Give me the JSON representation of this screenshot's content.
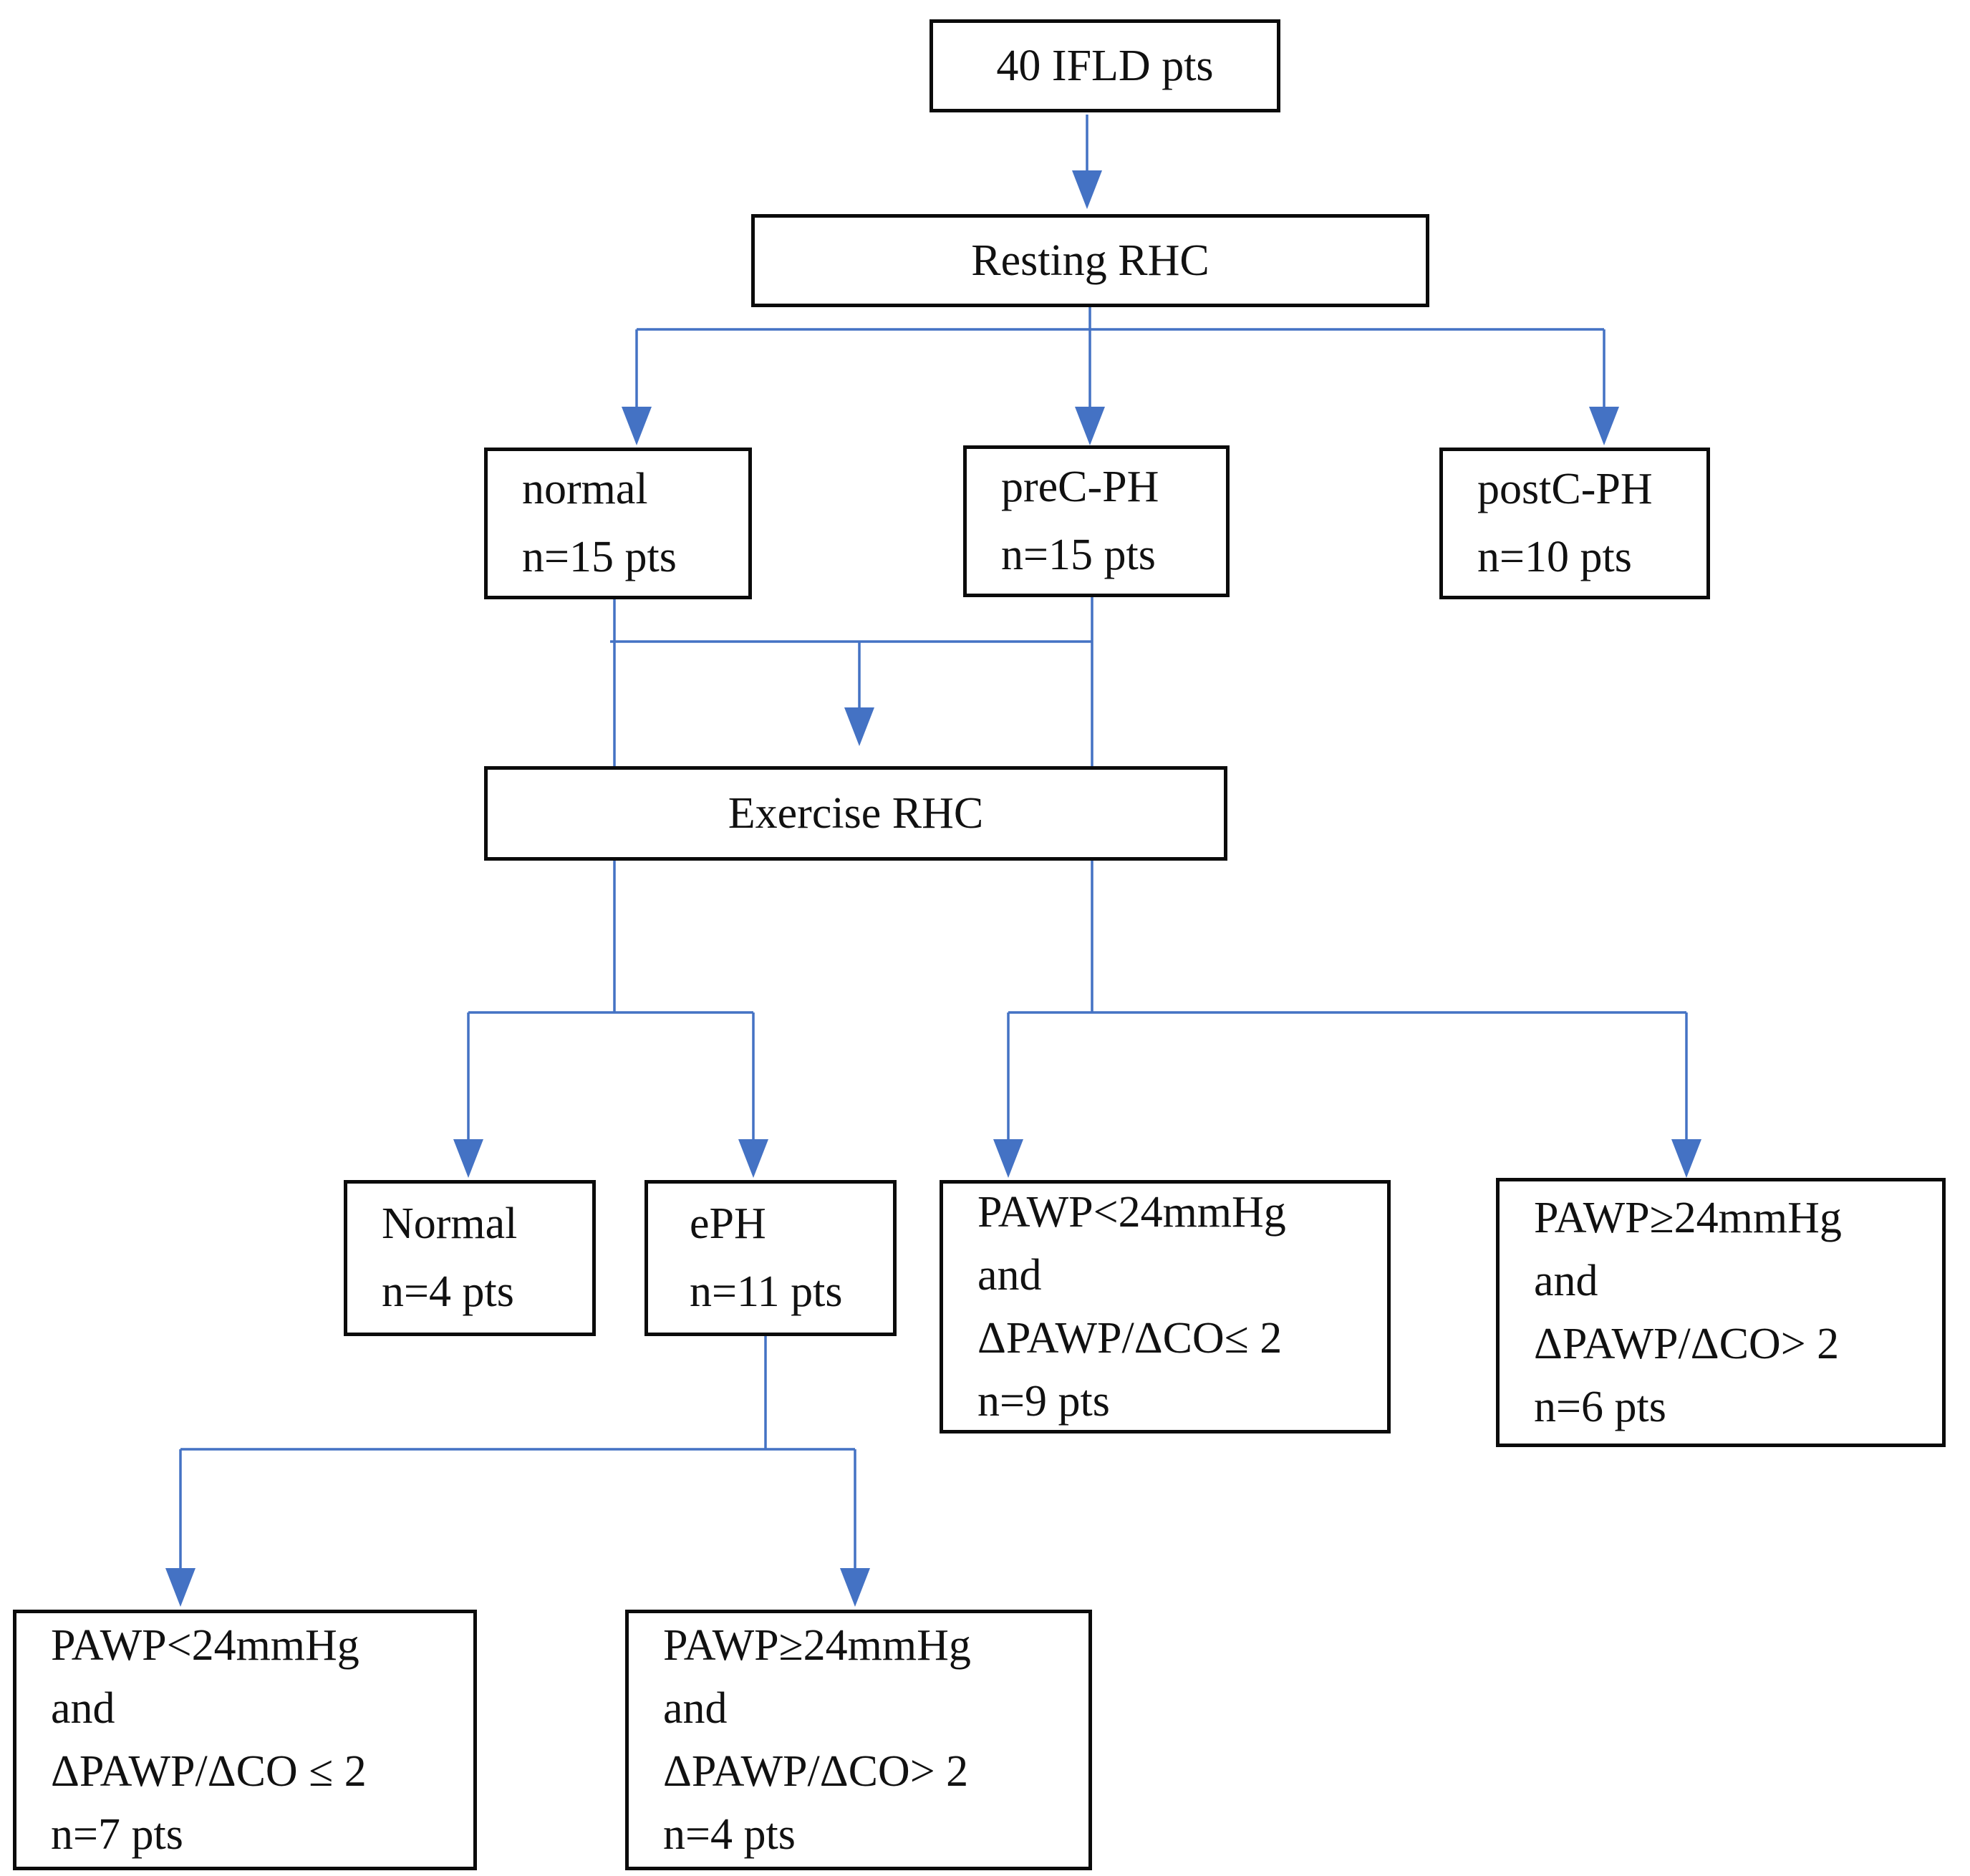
{
  "colors": {
    "connector": "#4472C4",
    "box_border": "#000000",
    "background": "#FFFFFF",
    "text": "#111111"
  },
  "nodes": {
    "ifld": {
      "lines": [
        "40 IFLD pts"
      ]
    },
    "resting_rhc": {
      "lines": [
        "Resting RHC"
      ]
    },
    "normal_rest": {
      "lines": [
        "normal",
        "n=15 pts"
      ]
    },
    "prec_ph": {
      "lines": [
        "preC-PH",
        "n=15 pts"
      ]
    },
    "postc_ph": {
      "lines": [
        "postC-PH",
        "n=10 pts"
      ]
    },
    "exercise_rhc": {
      "lines": [
        "Exercise RHC"
      ]
    },
    "normal_exercise": {
      "lines": [
        "Normal",
        "n=4 pts"
      ]
    },
    "eph": {
      "lines": [
        "ePH",
        "n=11 pts"
      ]
    },
    "pawp_low_slope_low_n9": {
      "lines": [
        "PAWP<24mmHg",
        "and",
        "ΔPAWP/ΔCO≤ 2",
        "n=9 pts"
      ]
    },
    "pawp_high_slope_high_n6": {
      "lines": [
        "PAWP≥24mmHg",
        "and",
        "ΔPAWP/ΔCO> 2",
        "n=6 pts"
      ]
    },
    "pawp_low_slope_low_n7": {
      "lines": [
        "PAWP<24mmHg",
        "and",
        "ΔPAWP/ΔCO ≤ 2",
        "n=7 pts"
      ]
    },
    "pawp_high_slope_high_n4": {
      "lines": [
        "PAWP≥24mmHg",
        "and",
        "ΔPAWP/ΔCO> 2",
        "n=4 pts"
      ]
    }
  }
}
